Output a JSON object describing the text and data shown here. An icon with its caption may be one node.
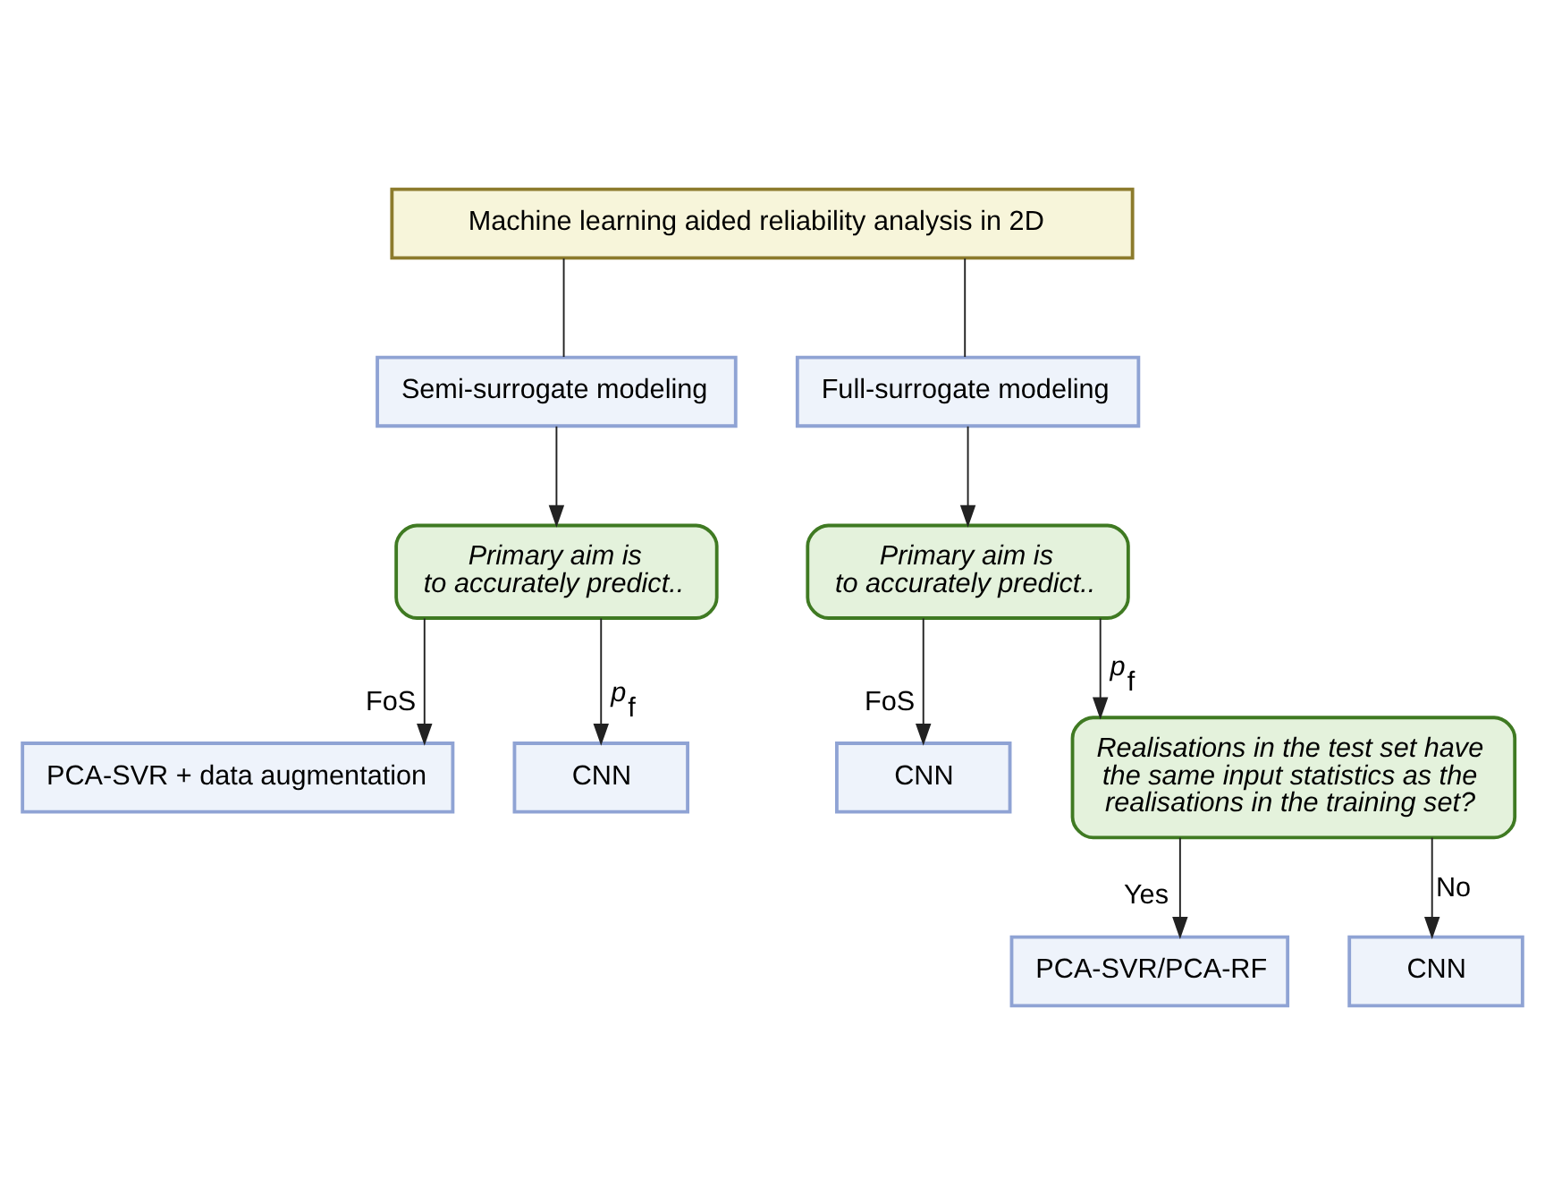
{
  "diagram": {
    "nodes": [
      {
        "text": [
          "Machine learning aided reliability analysis in 2D"
        ]
      },
      {
        "text": [
          "Semi-surrogate modeling"
        ]
      },
      {
        "text": [
          "Full-surrogate modeling"
        ]
      },
      {
        "text": [
          "Primary aim is to accurately predict.."
        ]
      },
      {
        "text": [
          "Primary aim is to accurately predict.."
        ]
      },
      {
        "text": [
          "PCA-SVR + data augmentation"
        ]
      },
      {
        "text": [
          "CNN"
        ]
      },
      {
        "text": [
          "CNN"
        ]
      },
      {
        "text": [
          "Realisations in the test set have the same input statistics as the realisations in the training set?"
        ]
      },
      {
        "text": [
          "PCA-SVR/PCA-RF"
        ]
      },
      {
        "text": [
          "CNN"
        ]
      }
    ],
    "edges": [
      {
        "from": 0,
        "to": 1,
        "arrow": "none"
      },
      {
        "from": 0,
        "to": 2,
        "arrow": "none"
      },
      {
        "from": 1,
        "to": 3,
        "arrow": "to"
      },
      {
        "from": 2,
        "to": 4,
        "arrow": "to"
      },
      {
        "from": 3,
        "to": 5,
        "arrow": "to",
        "label": "FoS"
      },
      {
        "from": 3,
        "to": 6,
        "arrow": "to",
        "label": "*p*$_{f}$"
      },
      {
        "from": 4,
        "to": 7,
        "arrow": "to",
        "label": "FoS"
      },
      {
        "from": 4,
        "to": 8,
        "arrow": "to",
        "label": "*p*$_{f}$"
      },
      {
        "from": 8,
        "to": 9,
        "arrow": "to",
        "label": "Yes"
      },
      {
        "from": 8,
        "to": 10,
        "arrow": "to",
        "label": "No"
      }
    ]
  }
}
